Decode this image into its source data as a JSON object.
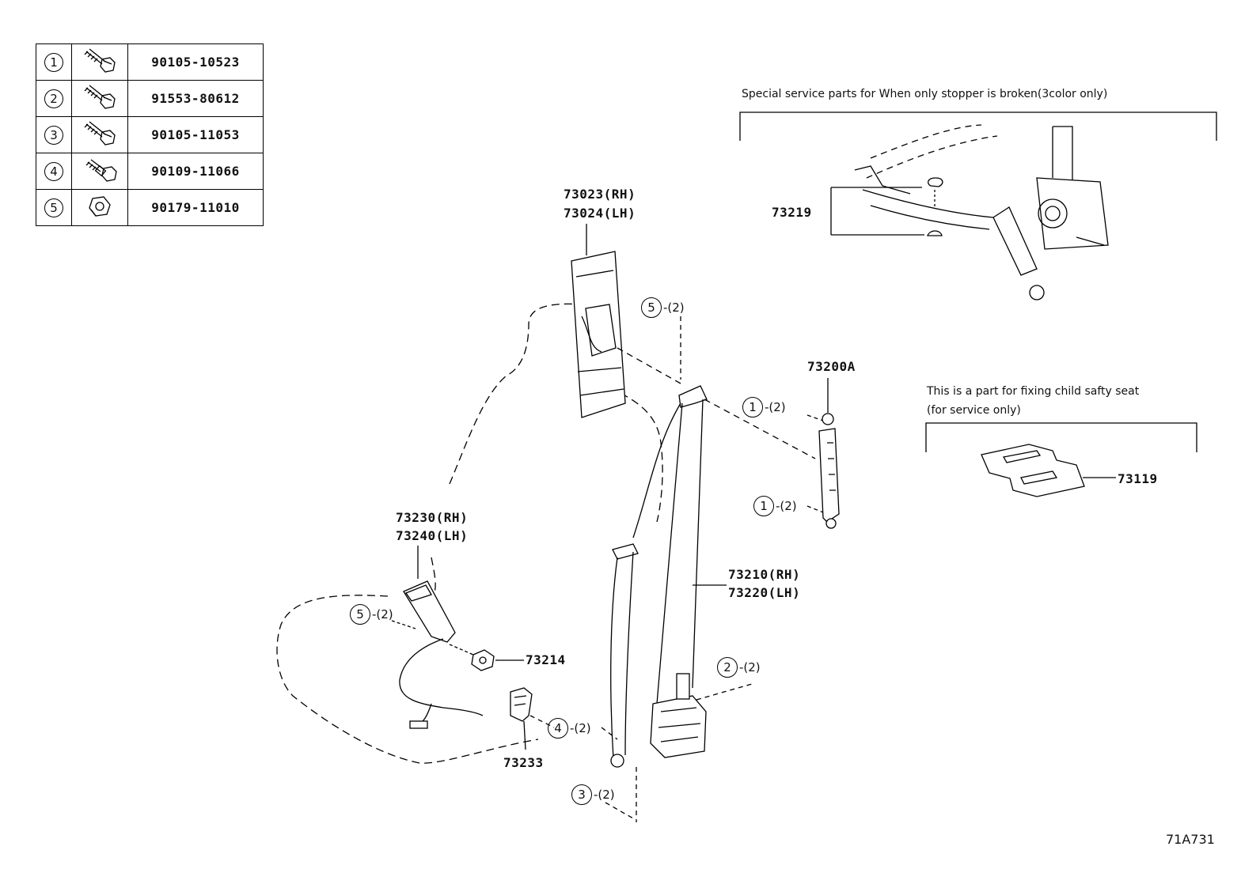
{
  "fasteners": [
    {
      "index": "1",
      "part": "90105-10523",
      "icon": "flange-bolt-icon"
    },
    {
      "index": "2",
      "part": "91553-80612",
      "icon": "flange-bolt-icon"
    },
    {
      "index": "3",
      "part": "90105-11053",
      "icon": "flange-bolt-icon"
    },
    {
      "index": "4",
      "part": "90109-11066",
      "icon": "shoulder-bolt-icon"
    },
    {
      "index": "5",
      "part": "90179-11010",
      "icon": "hex-nut-icon"
    }
  ],
  "labels": {
    "cover_rh": "73023(RH)",
    "cover_lh": "73024(LH)",
    "stopper_part": "73219",
    "anchor_adjuster": "73200A",
    "buckle_rh": "73230(RH)",
    "buckle_lh": "73240(LH)",
    "retractor_rh": "73210(RH)",
    "retractor_lh": "73220(LH)",
    "nut_plate": "73214",
    "buckle_cover": "73233",
    "child_seat_plate": "73119",
    "diagram_id": "71A731"
  },
  "notes": {
    "stopper": "Special service parts for When only stopper is broken(3color only)",
    "child_seat_line1": "This is a part for fixing child safty seat",
    "child_seat_line2": "(for service only)"
  },
  "callouts": [
    {
      "num": "5",
      "qty": "-(2)"
    },
    {
      "num": "1",
      "qty": "-(2)"
    },
    {
      "num": "1",
      "qty": "-(2)"
    },
    {
      "num": "5",
      "qty": "-(2)"
    },
    {
      "num": "2",
      "qty": "-(2)"
    },
    {
      "num": "4",
      "qty": "-(2)"
    },
    {
      "num": "3",
      "qty": "-(2)"
    }
  ]
}
